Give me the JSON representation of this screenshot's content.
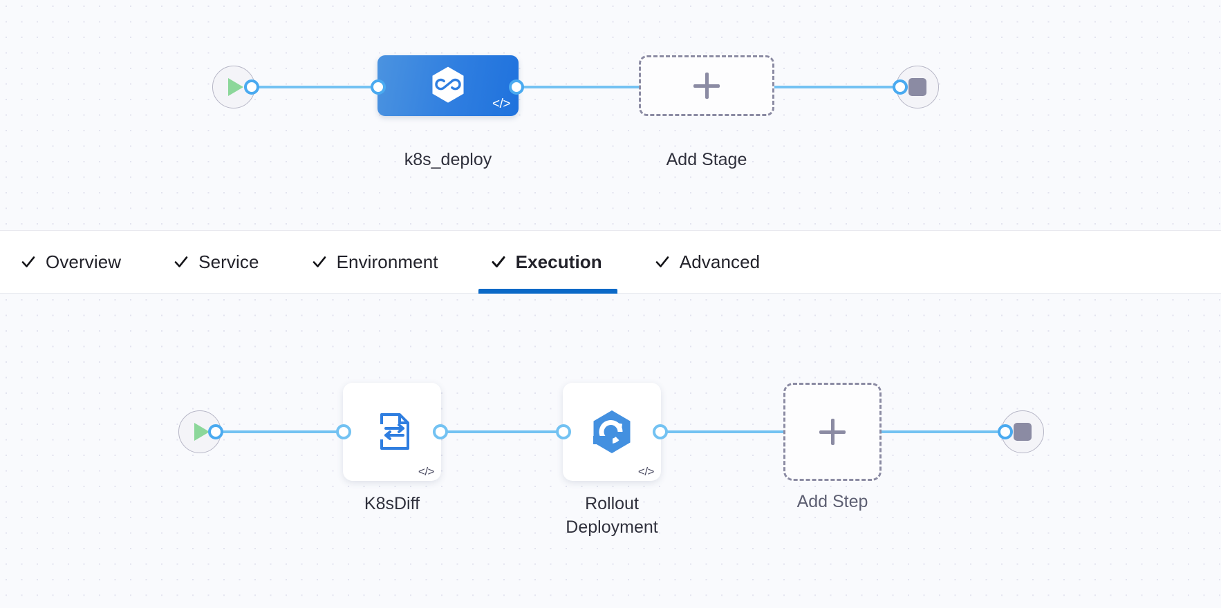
{
  "theme": {
    "canvas_bg": "#f9fafd",
    "grid_dot": "#e2e3ef",
    "connector_line": "#73c2f2",
    "connector_dot_ring": "#4aaaf0",
    "stage_node_blue": "#2f7ee0",
    "active_tab_underline": "#0b69c7",
    "play_green": "#8cd79a",
    "stop_gray": "#8b8ba3",
    "dashed_border": "#8b8ba3"
  },
  "stage_graph": {
    "start_node": {
      "icon": "play-icon",
      "label": ""
    },
    "end_node": {
      "icon": "stop-icon",
      "label": ""
    },
    "nodes": [
      {
        "id": "k8s_deploy",
        "label": "k8s_deploy",
        "type": "deploy-stage",
        "icon": "harness-deploy-hexagon-icon",
        "badge": "</>",
        "selected": true
      },
      {
        "id": "add_stage",
        "label": "Add Stage",
        "type": "add-placeholder",
        "icon": "plus-icon"
      }
    ]
  },
  "tabs": {
    "items": [
      {
        "id": "overview",
        "label": "Overview",
        "checked": true,
        "active": false
      },
      {
        "id": "service",
        "label": "Service",
        "checked": true,
        "active": false
      },
      {
        "id": "environment",
        "label": "Environment",
        "checked": true,
        "active": false
      },
      {
        "id": "execution",
        "label": "Execution",
        "checked": true,
        "active": true
      },
      {
        "id": "advanced",
        "label": "Advanced",
        "checked": true,
        "active": false
      }
    ],
    "check_icon": "check-icon"
  },
  "step_graph": {
    "start_node": {
      "icon": "play-icon",
      "label": ""
    },
    "end_node": {
      "icon": "stop-icon",
      "label": ""
    },
    "nodes": [
      {
        "id": "k8sdiff",
        "label": "K8sDiff",
        "type": "step",
        "icon": "k8s-diff-document-icon",
        "badge": "</>"
      },
      {
        "id": "rollout_deployment",
        "label": "Rollout\nDeployment",
        "type": "step",
        "icon": "rollout-deployment-hexagon-icon",
        "badge": "</>"
      },
      {
        "id": "add_step",
        "label": "Add Step",
        "type": "add-placeholder",
        "icon": "plus-icon"
      }
    ]
  }
}
